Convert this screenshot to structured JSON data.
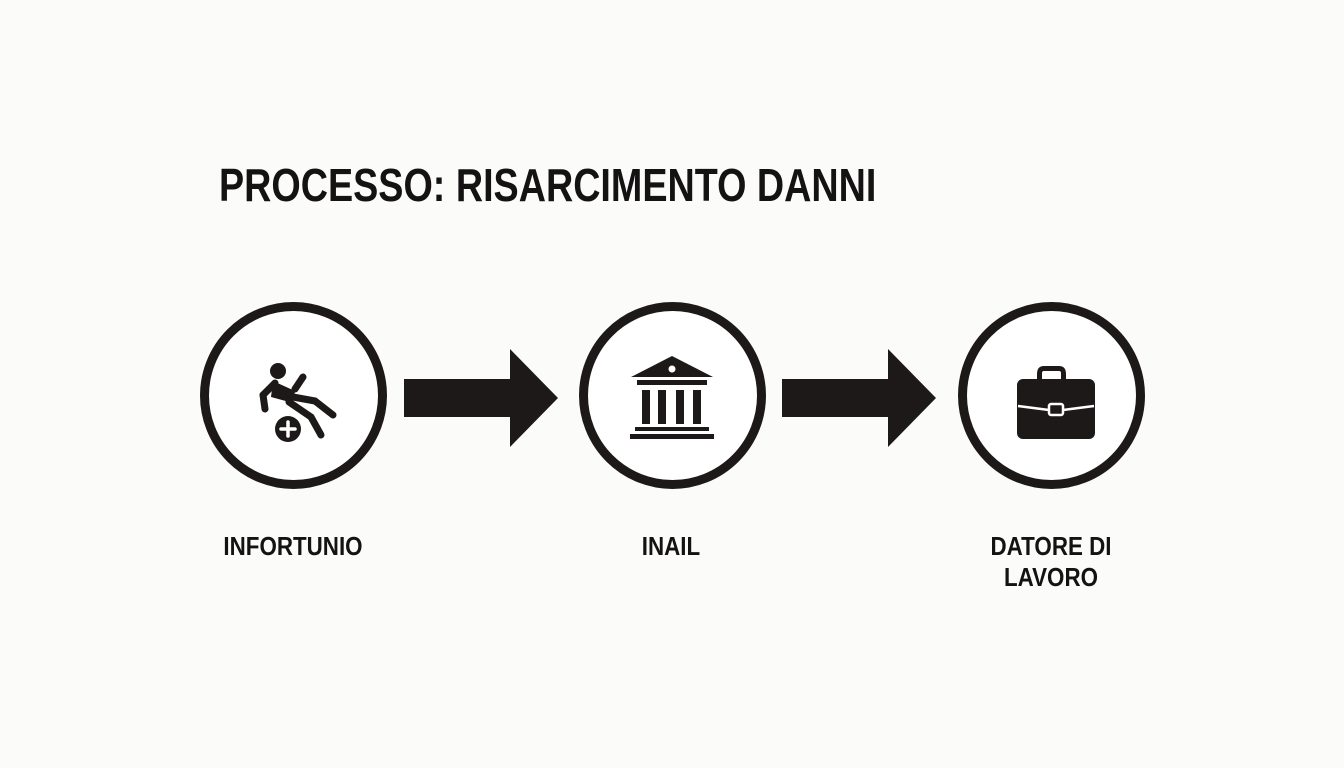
{
  "title": "PROCESSO: RISARCIMENTO DANNI",
  "colors": {
    "ink": "#1d1918",
    "background": "#fbfbfa"
  },
  "steps": [
    {
      "icon": "falling-person-icon",
      "label_lines": [
        "INFORTUNIO"
      ]
    },
    {
      "icon": "institution-building-icon",
      "label_lines": [
        "INAIL"
      ]
    },
    {
      "icon": "briefcase-icon",
      "label_lines": [
        "DATORE DI",
        "LAVORO"
      ]
    }
  ],
  "connectors": [
    {
      "icon": "arrow-right-icon",
      "from": "INFORTUNIO",
      "to": "INAIL"
    },
    {
      "icon": "arrow-right-icon",
      "from": "INAIL",
      "to": "DATORE DI LAVORO"
    }
  ]
}
